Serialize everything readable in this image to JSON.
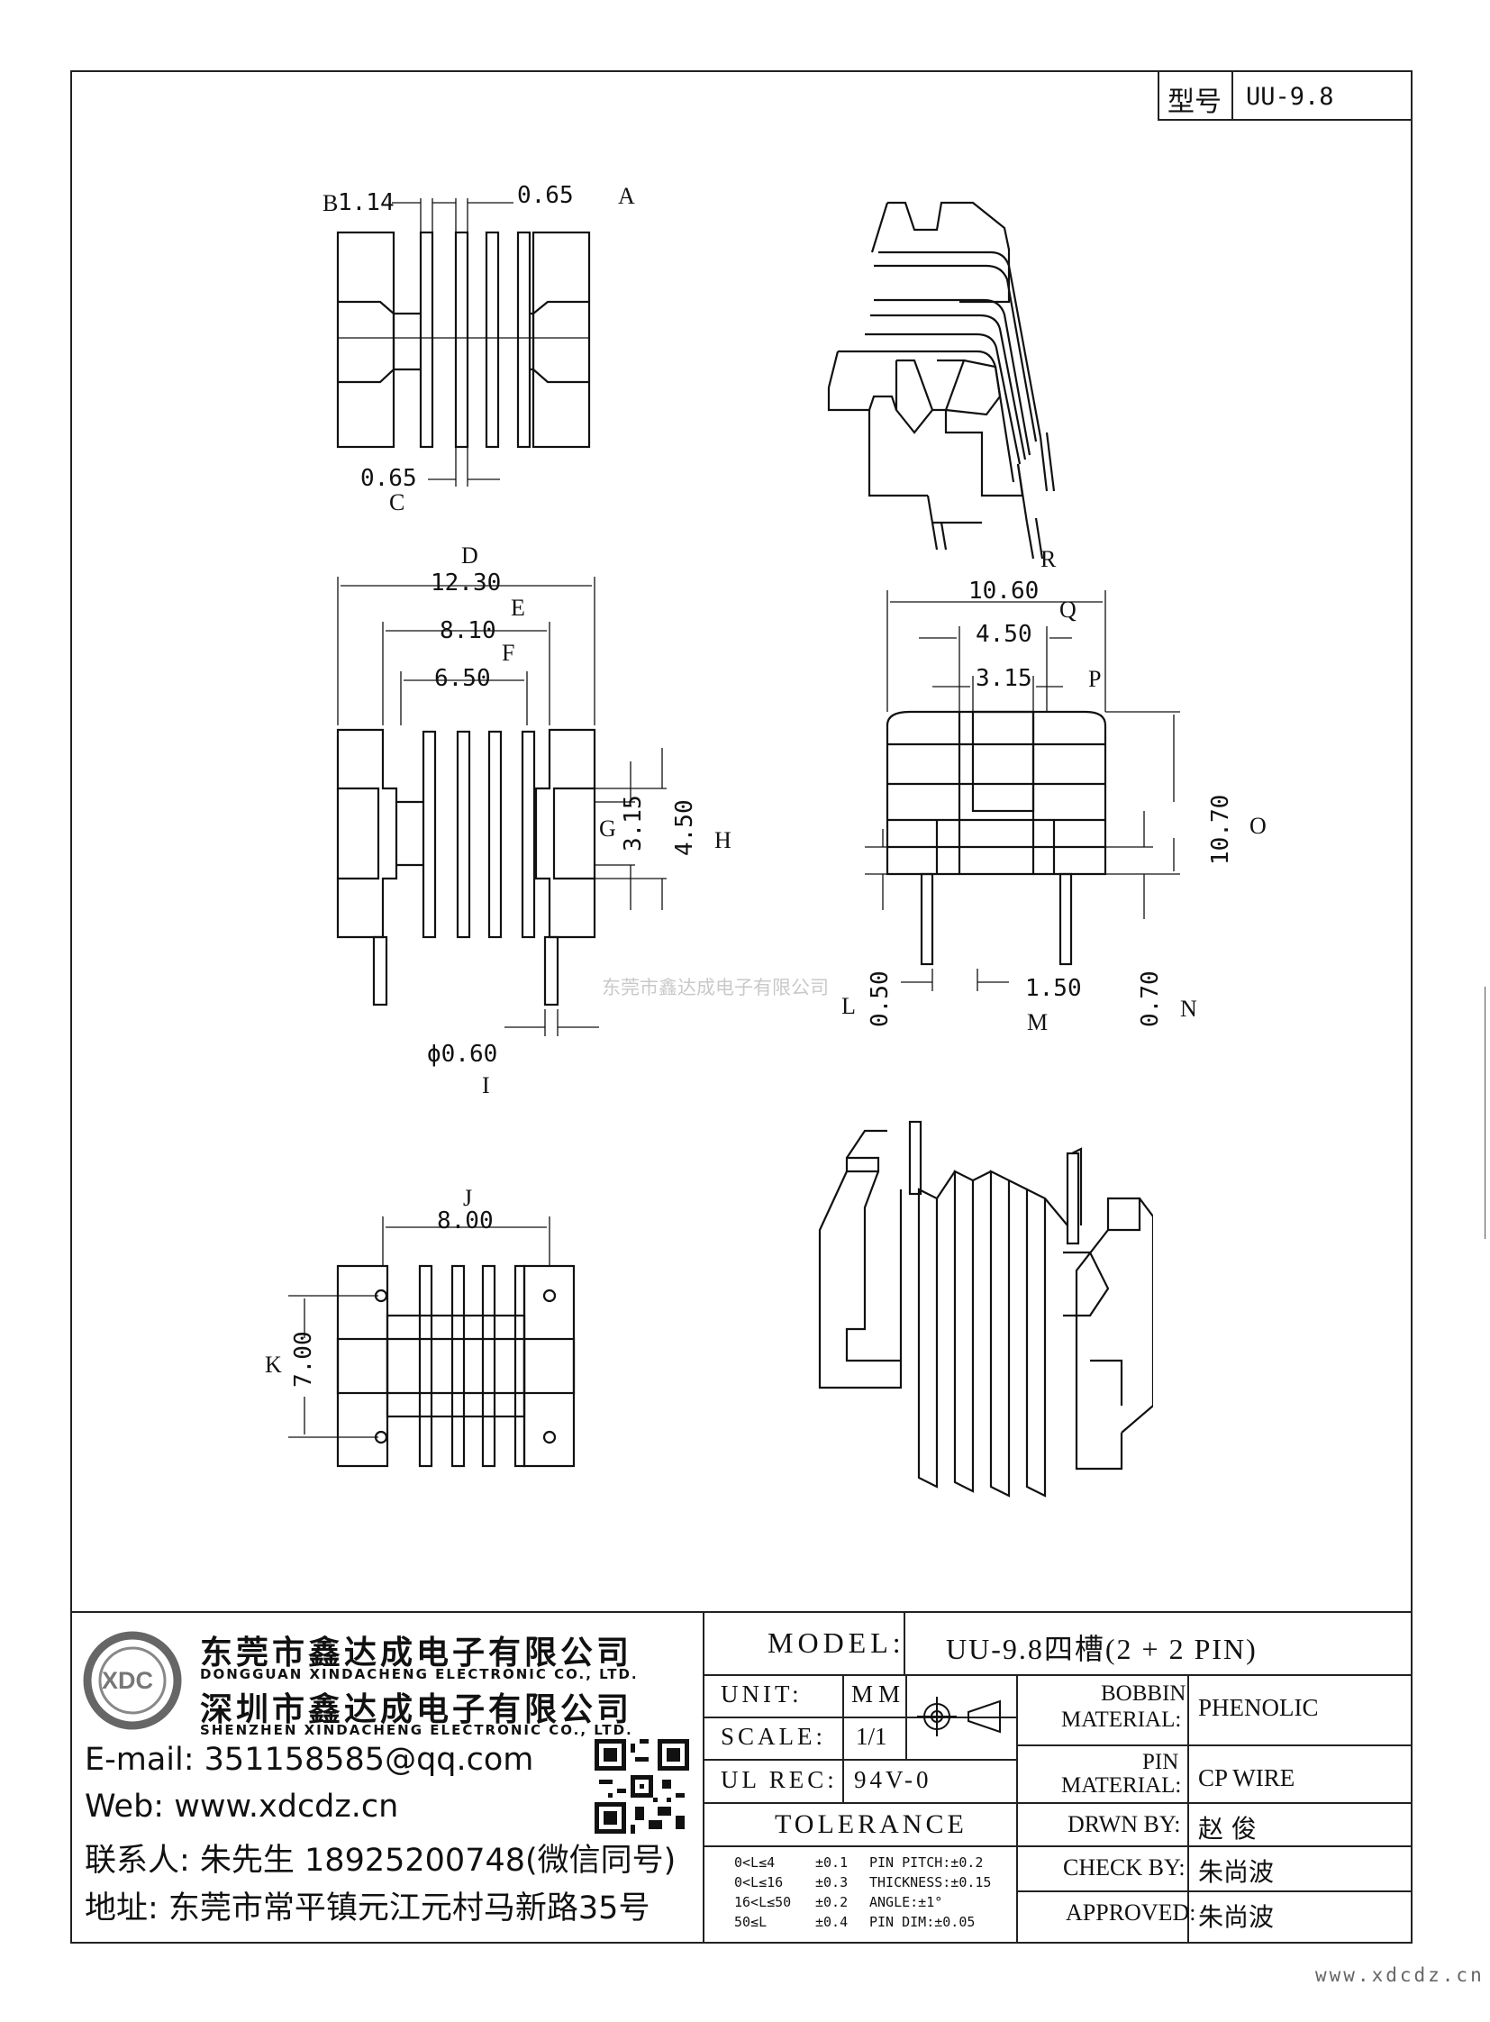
{
  "type_box": {
    "label": "型号",
    "value": "UU-9.8"
  },
  "dims_top": {
    "B": "B",
    "b_val": "1.14",
    "a_val": "0.65",
    "A": "A",
    "c_val": "0.65",
    "C": "C"
  },
  "dims_front": {
    "D": "D",
    "d_val": "12.30",
    "E": "E",
    "e_val": "8.10",
    "F": "F",
    "f_val": "6.50",
    "G": "G",
    "g_val": "3.15",
    "h_val": "4.50",
    "H": "H",
    "i_val": "ϕ0.60",
    "I": "I"
  },
  "dims_side": {
    "R": "R",
    "r_val": "10.60",
    "Q": "Q",
    "q_val": "4.50",
    "p_val": "3.15",
    "P": "P",
    "o_val": "10.70",
    "O": "O",
    "L": "L",
    "l_val": "0.50",
    "m_val": "1.50",
    "M": "M",
    "n_val": "0.70",
    "N": "N"
  },
  "dims_bottom": {
    "J": "J",
    "j_val": "8.00",
    "K": "K",
    "k_val": "7.00"
  },
  "watermark": "东莞市鑫达成电子有限公司",
  "company": {
    "name1": "东莞市鑫达成电子有限公司",
    "en1": "DONGGUAN XINDACHENG ELECTRONIC CO., LTD.",
    "name2": "深圳市鑫达成电子有限公司",
    "en2": "SHENZHEN XINDACHENG ELECTRONIC CO., LTD.",
    "email": "E-mail: 351158585@qq.com",
    "web": "Web: www.xdcdz.cn",
    "contact": "联系人: 朱先生 18925200748(微信同号)",
    "address": "地址: 东莞市常平镇元江元村马新路35号",
    "logo": "XDC"
  },
  "title_block": {
    "model_label": "MODEL:",
    "model_value": "UU-9.8四槽(2 + 2 PIN)",
    "unit_label": "UNIT:",
    "unit_value": "MM",
    "scale_label": "SCALE:",
    "scale_value": "1/1",
    "ul_label": "UL REC:",
    "ul_value": "94V-0",
    "tolerance_label": "TOLERANCE",
    "bobbin_label_1": "BOBBIN",
    "bobbin_label_2": "MATERIAL:",
    "bobbin_value": "PHENOLIC",
    "pin_label_1": "PIN",
    "pin_label_2": "MATERIAL:",
    "pin_value": "CP WIRE",
    "drawn_label": "DRWN BY:",
    "drawn_value": "赵  俊",
    "check_label": "CHECK BY:",
    "check_value": "朱尚波",
    "approved_label": "APPROVED:",
    "approved_value": "朱尚波",
    "tolerances": [
      {
        "range": "0<L≤4",
        "tol": "±0.1",
        "spec": "PIN PITCH:±0.2"
      },
      {
        "range": "0<L≤16",
        "tol": "±0.3",
        "spec": "THICKNESS:±0.15"
      },
      {
        "range": "16<L≤50",
        "tol": "±0.2",
        "spec": "ANGLE:±1°"
      },
      {
        "range": "50≤L",
        "tol": "±0.4",
        "spec": "PIN DIM:±0.05"
      }
    ]
  },
  "footer_url": "www.xdcdz.cn"
}
